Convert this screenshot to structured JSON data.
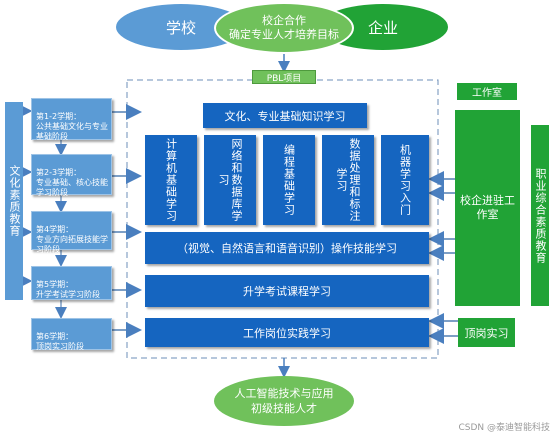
{
  "top": {
    "school": "学校",
    "enterprise": "企业",
    "center": "校企合作\n确定专业人才培养目标"
  },
  "pbl_label": "PBL项目",
  "left_sidebar": "文化素质教育",
  "stages": [
    "第1-2学期：\n公共基础文化与专业基础阶段",
    "第2-3学期：\n专业基础、核心技能学习阶段",
    "第4学期：\n专业方向拓展技能学习阶段",
    "第5学期：\n升学考试学习阶段",
    "第6学期：\n顶岗实习阶段"
  ],
  "center_blocks": {
    "culture": "文化、专业基础知识学习",
    "courses": [
      "计算机基础学习",
      "网络和数据库学习",
      "编程基础学习",
      "数据处理和标注学习",
      "机器学习入门"
    ],
    "operation": "（视觉、自然语言和语音识别）操作技能学习",
    "exam": "升学考试课程学习",
    "practice": "工作岗位实践学习"
  },
  "right": {
    "studio": "工作室",
    "resident_studio": "校企进驻工作室",
    "internship": "顶岗实习",
    "vocational": "职业综合素质教育"
  },
  "bottom": "人工智能技术与应用\n初级技能人才",
  "watermark": "CSDN @泰迪智能科技",
  "colors": {
    "dark_blue": "#1565c0",
    "light_blue": "#5b9bd5",
    "green": "#21a336",
    "ellipse_blue": "#5b9bd5",
    "ellipse_green": "#21a336",
    "center_green": "#70c15b"
  }
}
